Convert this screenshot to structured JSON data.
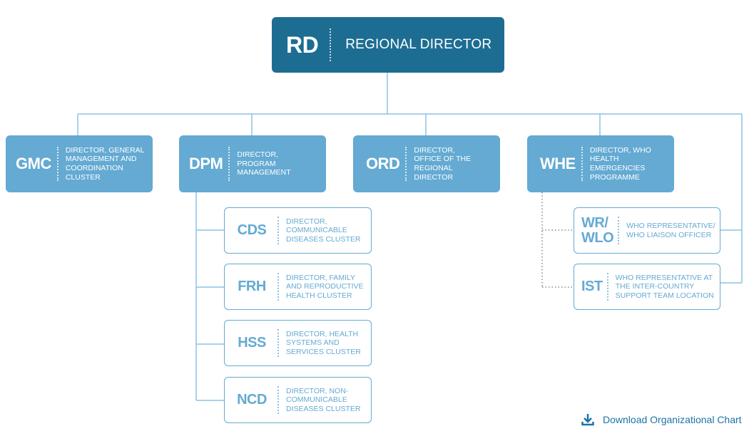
{
  "top": {
    "abbr": "RD",
    "title": "REGIONAL DIRECTOR"
  },
  "level2": [
    {
      "abbr": "GMC",
      "desc": "DIRECTOR, GENERAL MANAGEMENT AND COORDINATION CLUSTER"
    },
    {
      "abbr": "DPM",
      "desc": "DIRECTOR, PROGRAM MANAGEMENT"
    },
    {
      "abbr": "ORD",
      "desc": "DIRECTOR, OFFICE OF THE REGIONAL DIRECTOR"
    },
    {
      "abbr": "WHE",
      "desc": "DIRECTOR, WHO HEALTH EMERGENCIES PROGRAMME"
    }
  ],
  "dpm_children": [
    {
      "abbr": "CDS",
      "desc": "DIRECTOR, COMMUNICABLE DISEASES CLUSTER"
    },
    {
      "abbr": "FRH",
      "desc": "DIRECTOR, FAMILY AND REPRODUCTIVE HEALTH CLUSTER"
    },
    {
      "abbr": "HSS",
      "desc": "DIRECTOR, HEALTH SYSTEMS AND SERVICES CLUSTER"
    },
    {
      "abbr": "NCD",
      "desc": "DIRECTOR, NON-COMMUNICABLE DISEASES CLUSTER"
    }
  ],
  "whe_children": [
    {
      "abbr_line1": "WR/",
      "abbr_line2": "WLO",
      "desc": "WHO REPRESENTATIVE/ WHO LIAISON OFFICER"
    },
    {
      "abbr": "IST",
      "desc": "WHO REPRESENTATIVE AT THE INTER-COUNTRY SUPPORT TEAM LOCATION"
    }
  ],
  "download": {
    "label": "Download Organizational Chart",
    "icon": "download-icon"
  },
  "colors": {
    "dark": "#1d6d93",
    "mid": "#64aad3",
    "line": "#8cc3e2",
    "link": "#1d73a8"
  }
}
